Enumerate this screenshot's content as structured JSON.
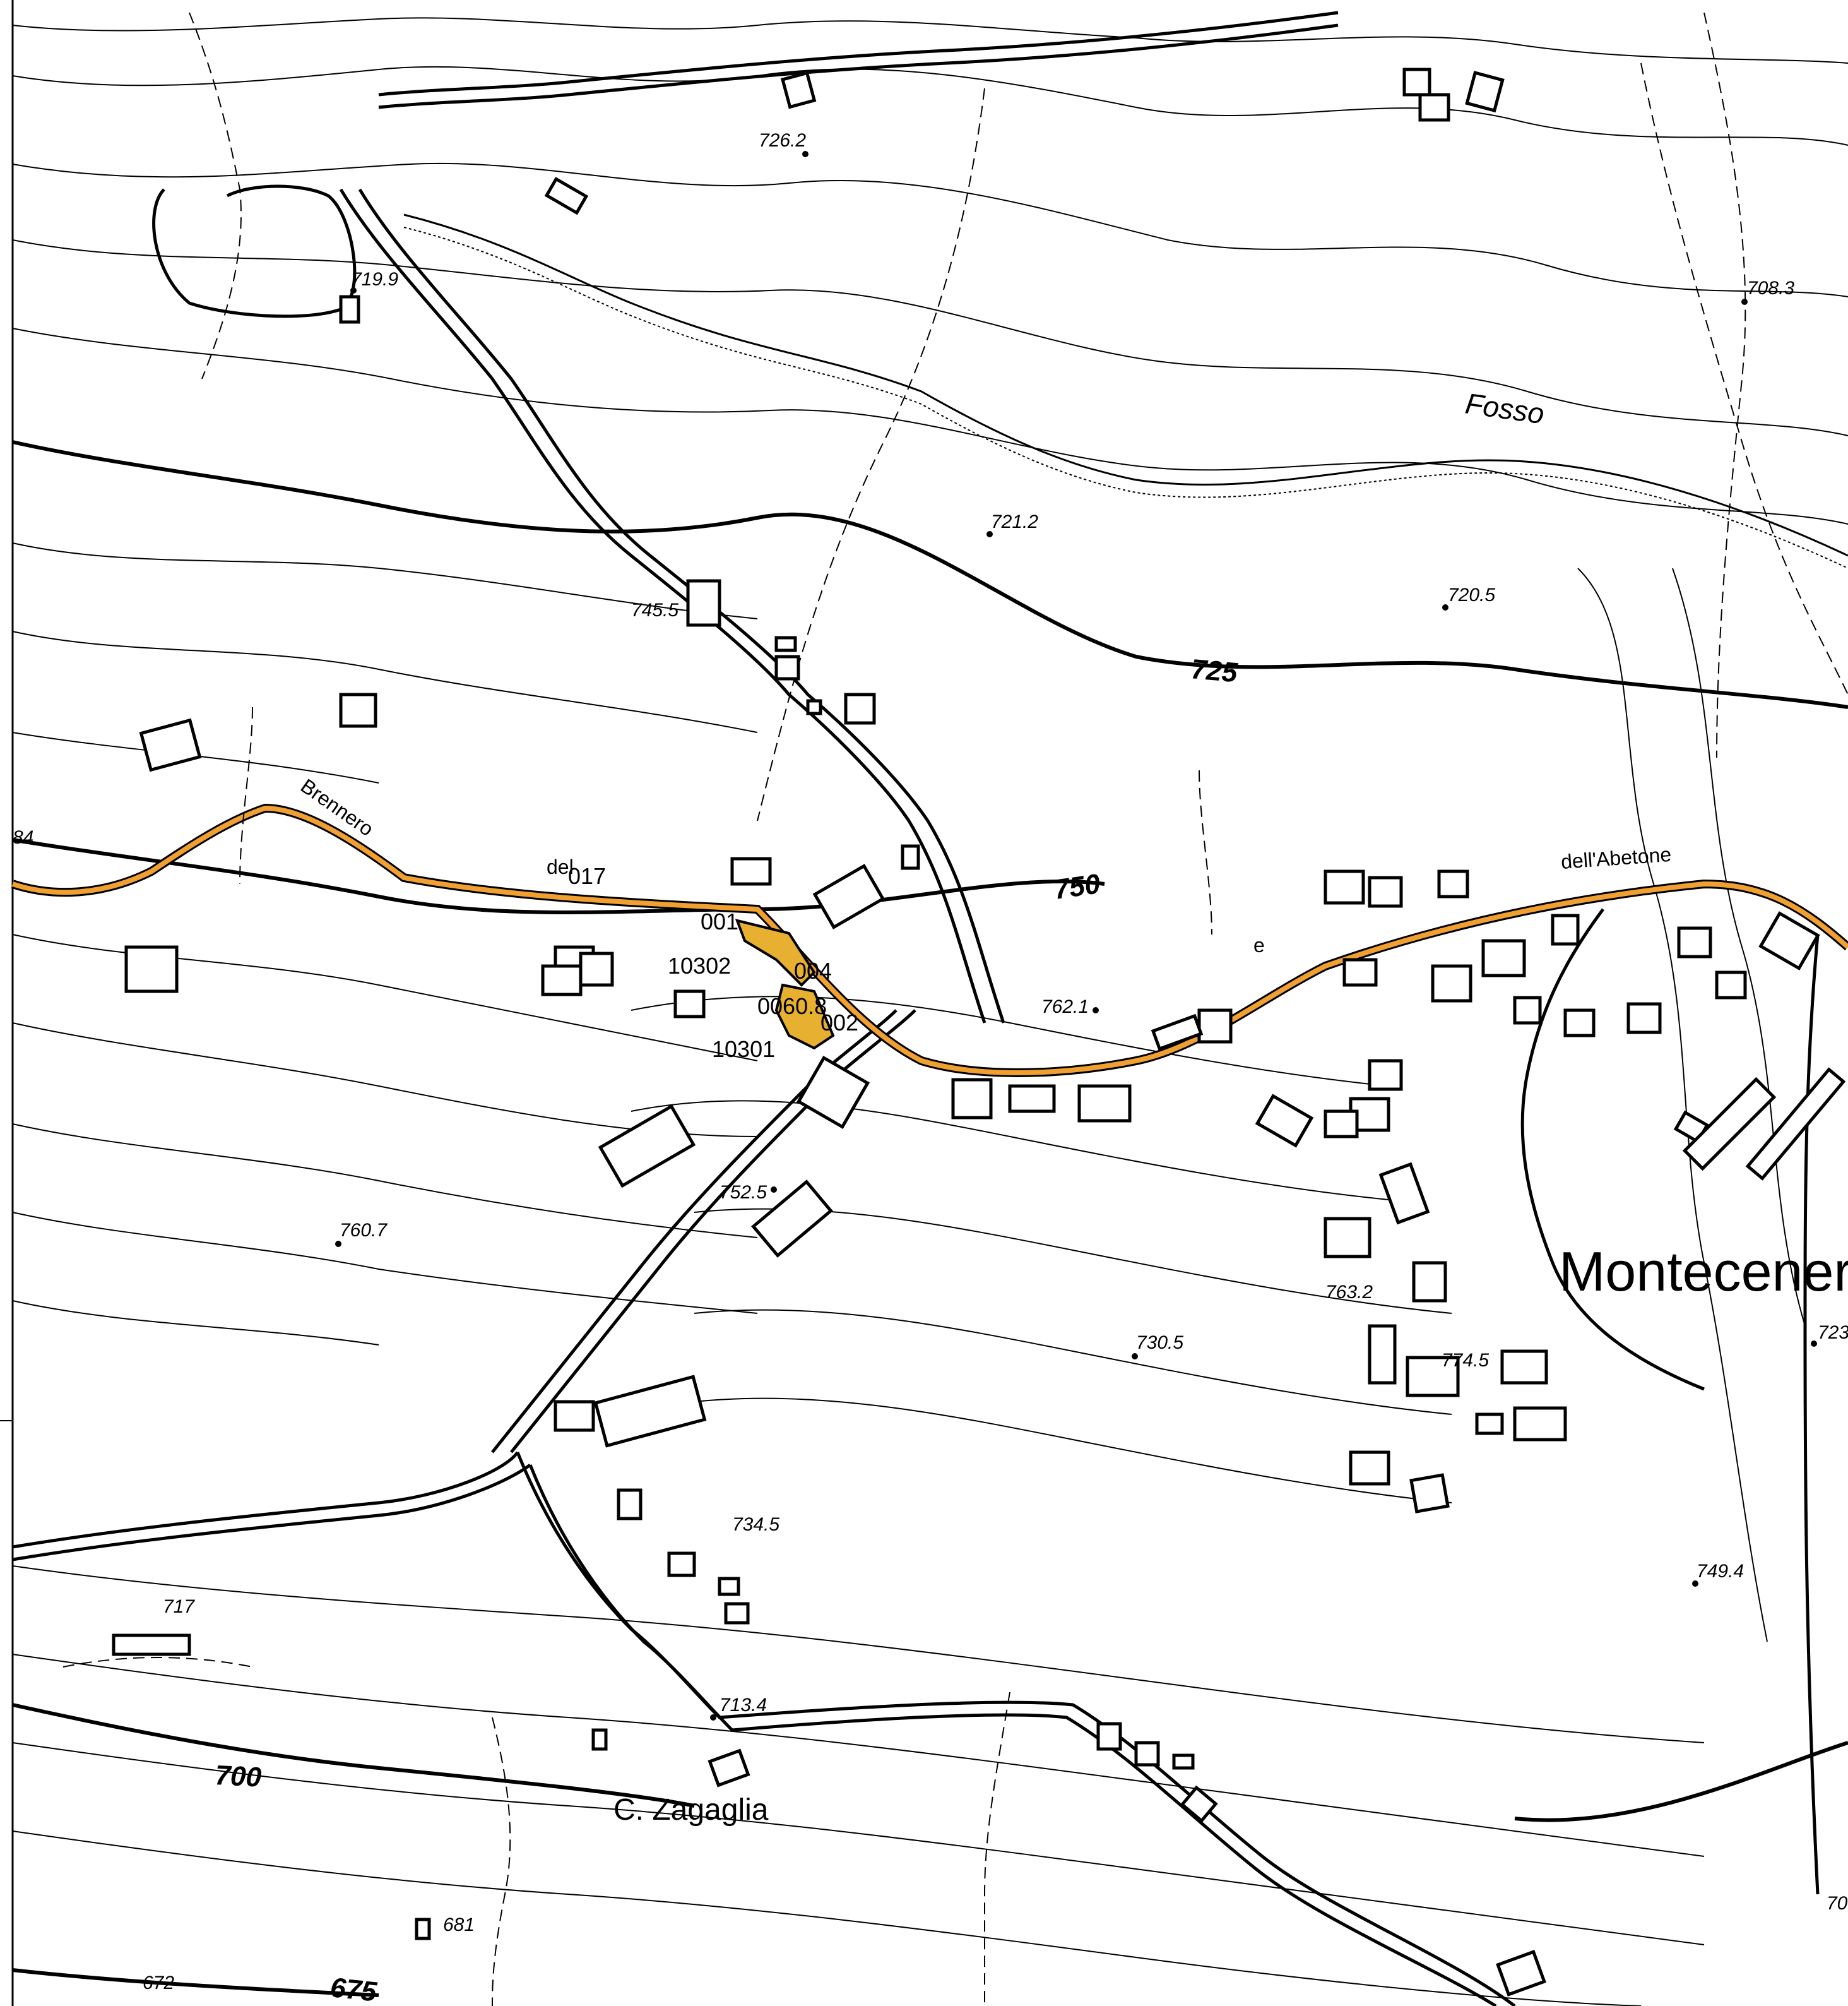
{
  "map": {
    "town_label": "Montecener",
    "locality_label": "C. Zagaglia",
    "stream_label": "Fosso",
    "road_labels": [
      "Brennero",
      "del",
      "dell'Abetone",
      "e"
    ],
    "contour_labels": [
      "725",
      "750",
      "700",
      "675"
    ],
    "spot_heights": [
      "726.2",
      "719.9",
      "708.3",
      "721.2",
      "745.5",
      "720.5",
      "762.1",
      "752.5",
      "760.7",
      "730.5",
      "763.2",
      "774.5",
      "734.5",
      "749.4",
      "713.4",
      "717",
      "681",
      "672",
      "723",
      "70",
      "84"
    ],
    "parcel_labels": [
      "017",
      "001",
      "10302",
      "004",
      "0060.8",
      "002",
      "10301"
    ],
    "colors": {
      "road_highlight": "#F0A030",
      "parcel_fill": "#E8B030",
      "ink": "#000000",
      "background": "#FFFFFF"
    }
  }
}
